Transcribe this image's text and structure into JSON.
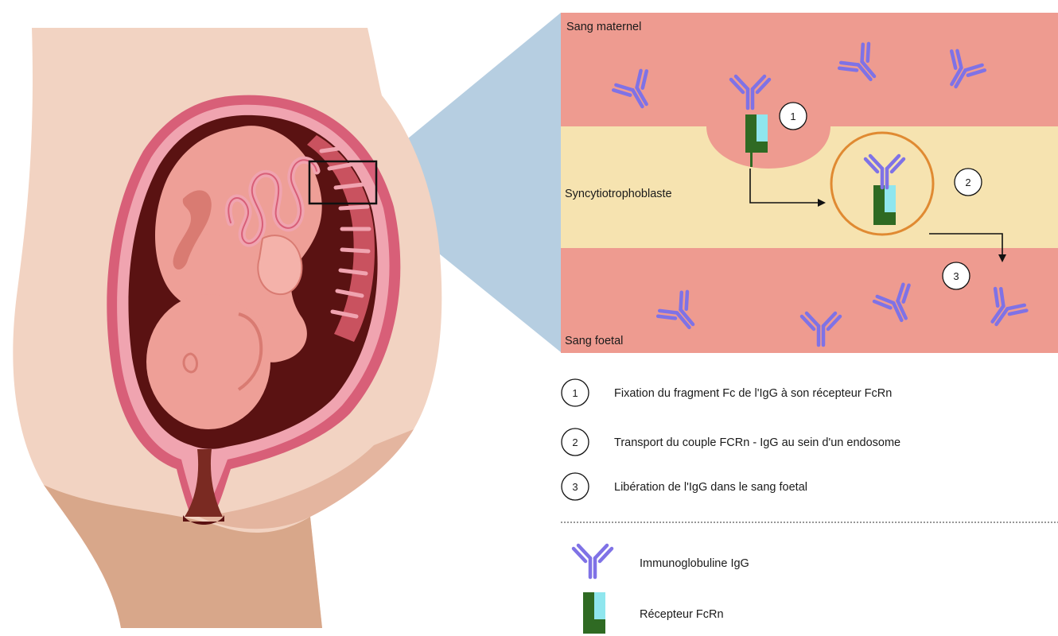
{
  "zones": {
    "maternal": "Sang maternel",
    "syncytio": "Syncytiotrophoblaste",
    "fetal": "Sang foetal"
  },
  "steps": [
    {
      "num": "1",
      "text": "Fixation du fragment Fc de l'IgG à son récepteur FcRn"
    },
    {
      "num": "2",
      "text": "Transport du couple FCRn - IgG au sein d'un endosome"
    },
    {
      "num": "3",
      "text": "Libération de l'IgG dans le sang foetal"
    }
  ],
  "legend": {
    "igg": "Immunoglobuline IgG",
    "fcrn": "Récepteur FcRn"
  },
  "colors": {
    "maternal_blood": "#ee9b90",
    "syncytio": "#f6e3b0",
    "fetal_blood": "#ee9b90",
    "igg": "#7f72e6",
    "fcrn_dark": "#2f6a23",
    "fcrn_light": "#8fe6ee",
    "endosome_ring": "#e08a32",
    "zoom_cone": "#a9c6dc",
    "skin": "#f2d3c2",
    "skin_shadow": "#d8a78a",
    "uterus_wall": "#d85f78",
    "fetus": "#ee9f97",
    "fetus_shadow": "#d97b72",
    "cavity": "#5a1212"
  }
}
